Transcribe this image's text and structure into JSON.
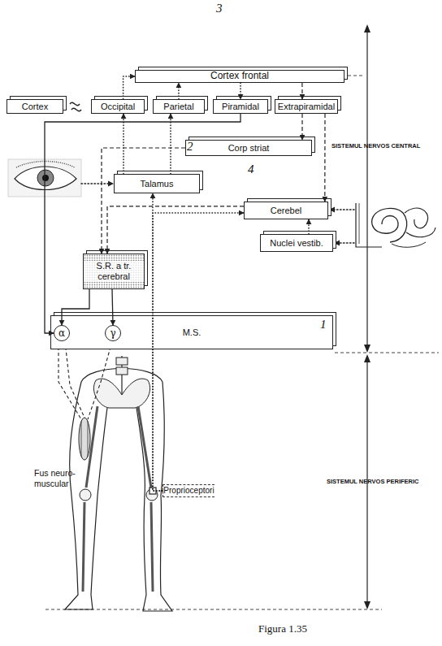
{
  "diagram": {
    "caption": "Figura 1.35",
    "nodes": [
      {
        "text": [
          "Cortex frontal"
        ]
      },
      {
        "text": [
          "Cortex"
        ]
      },
      {
        "text": [
          "Occipital"
        ]
      },
      {
        "text": [
          "Parietal"
        ]
      },
      {
        "text": [
          "Piramidal"
        ]
      },
      {
        "text": [
          "Extrapiramidal"
        ]
      },
      {
        "text": [
          "Corp striat"
        ]
      },
      {
        "text": [
          "Talamus"
        ]
      },
      {
        "text": [
          "Cerebel"
        ]
      },
      {
        "text": [
          "Nuclei vestib."
        ]
      },
      {
        "text": [
          "S.R. a tr. cerebral"
        ]
      },
      {
        "text": [
          "M.S."
        ]
      },
      {
        "text": [
          "α"
        ],
        "in": 11
      },
      {
        "text": [
          "γ"
        ],
        "in": 11
      },
      {
        "text": [
          "Proprioceptori"
        ]
      }
    ],
    "edges": [
      {
        "from": 2,
        "to": 0,
        "arrow": "to"
      },
      {
        "from": 3,
        "to": 0,
        "arrow": "to"
      },
      {
        "from": 0,
        "to": 4,
        "arrow": "to"
      },
      {
        "from": 0,
        "to": 5,
        "arrow": "to"
      },
      {
        "from": 7,
        "to": 2,
        "arrow": "to"
      },
      {
        "from": 7,
        "to": 3,
        "arrow": "to"
      },
      {
        "from": 5,
        "to": 6,
        "arrow": "to"
      },
      {
        "from": 5,
        "to": 8,
        "arrow": "to"
      },
      {
        "from": 4,
        "to": 12,
        "arrow": "to"
      },
      {
        "from": 6,
        "to": 10,
        "arrow": "to"
      },
      {
        "from": 8,
        "to": 10,
        "arrow": "to"
      },
      {
        "from": 9,
        "to": 8,
        "arrow": "to"
      },
      {
        "from": 10,
        "to": 12,
        "arrow": "to"
      },
      {
        "from": 10,
        "to": 13,
        "arrow": "to"
      },
      {
        "from": 14,
        "to": 7,
        "arrow": "to"
      },
      {
        "from": 14,
        "to": 8,
        "arrow": "to"
      }
    ],
    "labels": [
      "3",
      "2",
      "4",
      "1",
      "SISTEMUL NERVOS CENTRAL",
      "SISTEMUL NERVOS PERIFERIC",
      "Fus neuro-muscular"
    ]
  }
}
